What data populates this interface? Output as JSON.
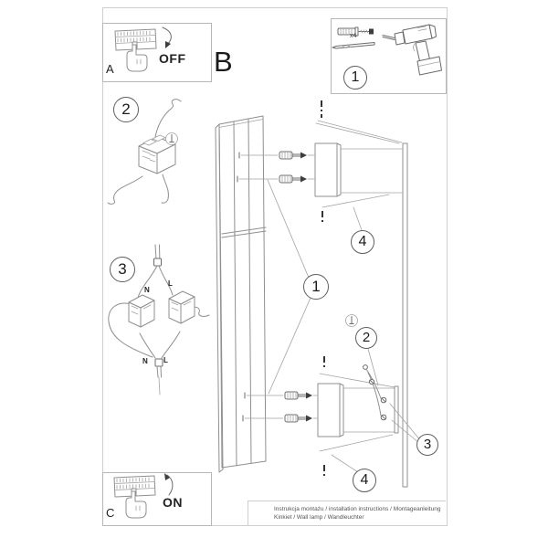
{
  "colors": {
    "line_gray": "#8f8f8f",
    "frame_gray": "#cfcfcf",
    "text_black": "#1f1f1f",
    "footer_gray": "#555555"
  },
  "panels": {
    "a": {
      "letter": "A",
      "state": "OFF"
    },
    "c": {
      "letter": "C",
      "state": "ON"
    },
    "section_label": "B"
  },
  "tools_box": {
    "badge": "1",
    "quantity": "x4"
  },
  "badges": {
    "step2_left": "2",
    "step3_left": "3",
    "main_1": "1",
    "bracket_top_4": "4",
    "bracket_right_2": "2",
    "terminals_right_3": "3",
    "bracket_bottom_4": "4"
  },
  "wires": {
    "n_top": "N",
    "l_top": "L",
    "n_bottom": "N",
    "l_bottom": "L"
  },
  "footer": {
    "line1": "Instrukcja montażu / installation instructions / Montageanleitung",
    "line2": "Kinkiet / Wall lamp / Wandleuchter"
  }
}
